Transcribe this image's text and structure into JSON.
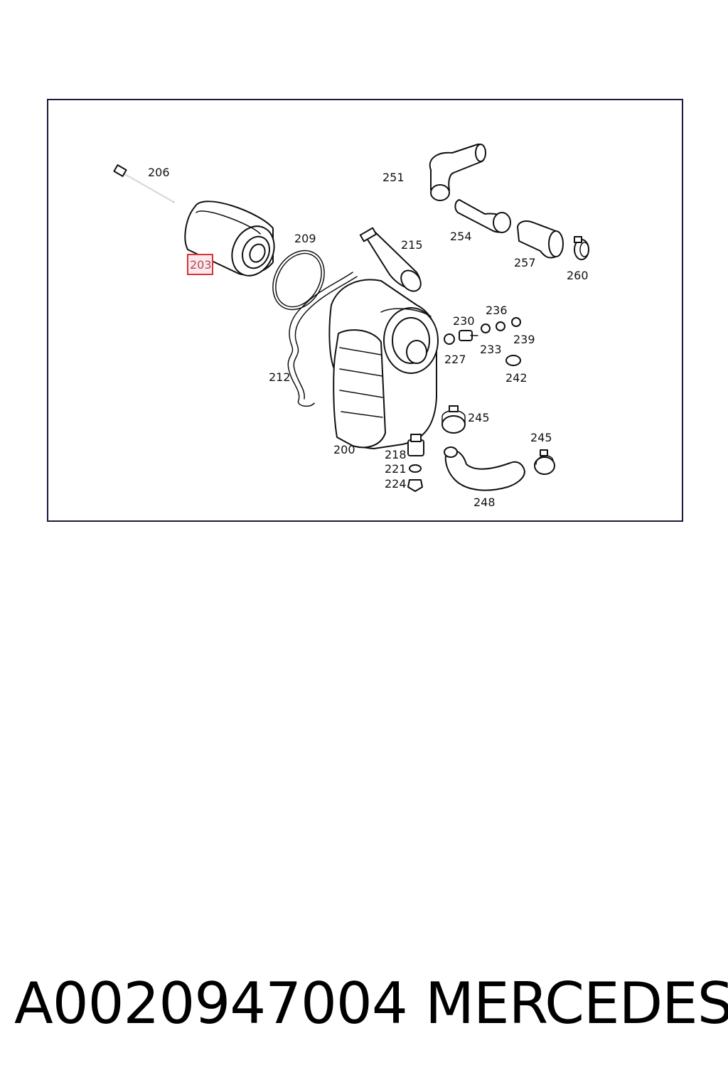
{
  "diagram": {
    "highlighted_callout": "203",
    "callouts": {
      "c206": "206",
      "c203": "203",
      "c209": "209",
      "c251": "251",
      "c254": "254",
      "c215": "215",
      "c257": "257",
      "c260": "260",
      "c230": "230",
      "c236": "236",
      "c239": "239",
      "c233": "233",
      "c227": "227",
      "c242": "242",
      "c212": "212",
      "c245a": "245",
      "c245b": "245",
      "c200": "200",
      "c218": "218",
      "c221": "221",
      "c224": "224",
      "c248": "248"
    },
    "highlight_color": "#d9323a"
  },
  "footer": {
    "part_number": "A0020947004",
    "brand": "MERCEDES"
  }
}
